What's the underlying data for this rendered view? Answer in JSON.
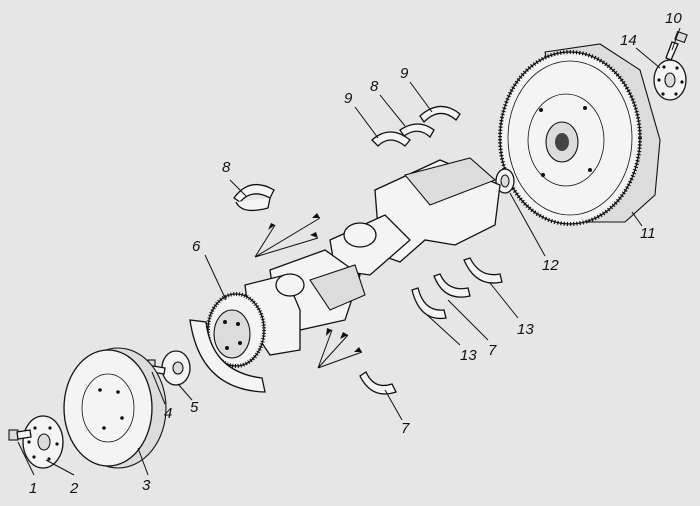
{
  "diagram": {
    "callouts": [
      {
        "id": "c1",
        "text": "1"
      },
      {
        "id": "c2",
        "text": "2"
      },
      {
        "id": "c3",
        "text": "3"
      },
      {
        "id": "c4",
        "text": "4"
      },
      {
        "id": "c5",
        "text": "5"
      },
      {
        "id": "c6",
        "text": "6"
      },
      {
        "id": "c7a",
        "text": "7"
      },
      {
        "id": "c7b",
        "text": "7"
      },
      {
        "id": "c8a",
        "text": "8"
      },
      {
        "id": "c8b",
        "text": "8"
      },
      {
        "id": "c9a",
        "text": "9"
      },
      {
        "id": "c9b",
        "text": "9"
      },
      {
        "id": "c10",
        "text": "10"
      },
      {
        "id": "c11",
        "text": "11"
      },
      {
        "id": "c12",
        "text": "12"
      },
      {
        "id": "c13a",
        "text": "13"
      },
      {
        "id": "c13b",
        "text": "13"
      },
      {
        "id": "c14",
        "text": "14"
      }
    ]
  }
}
